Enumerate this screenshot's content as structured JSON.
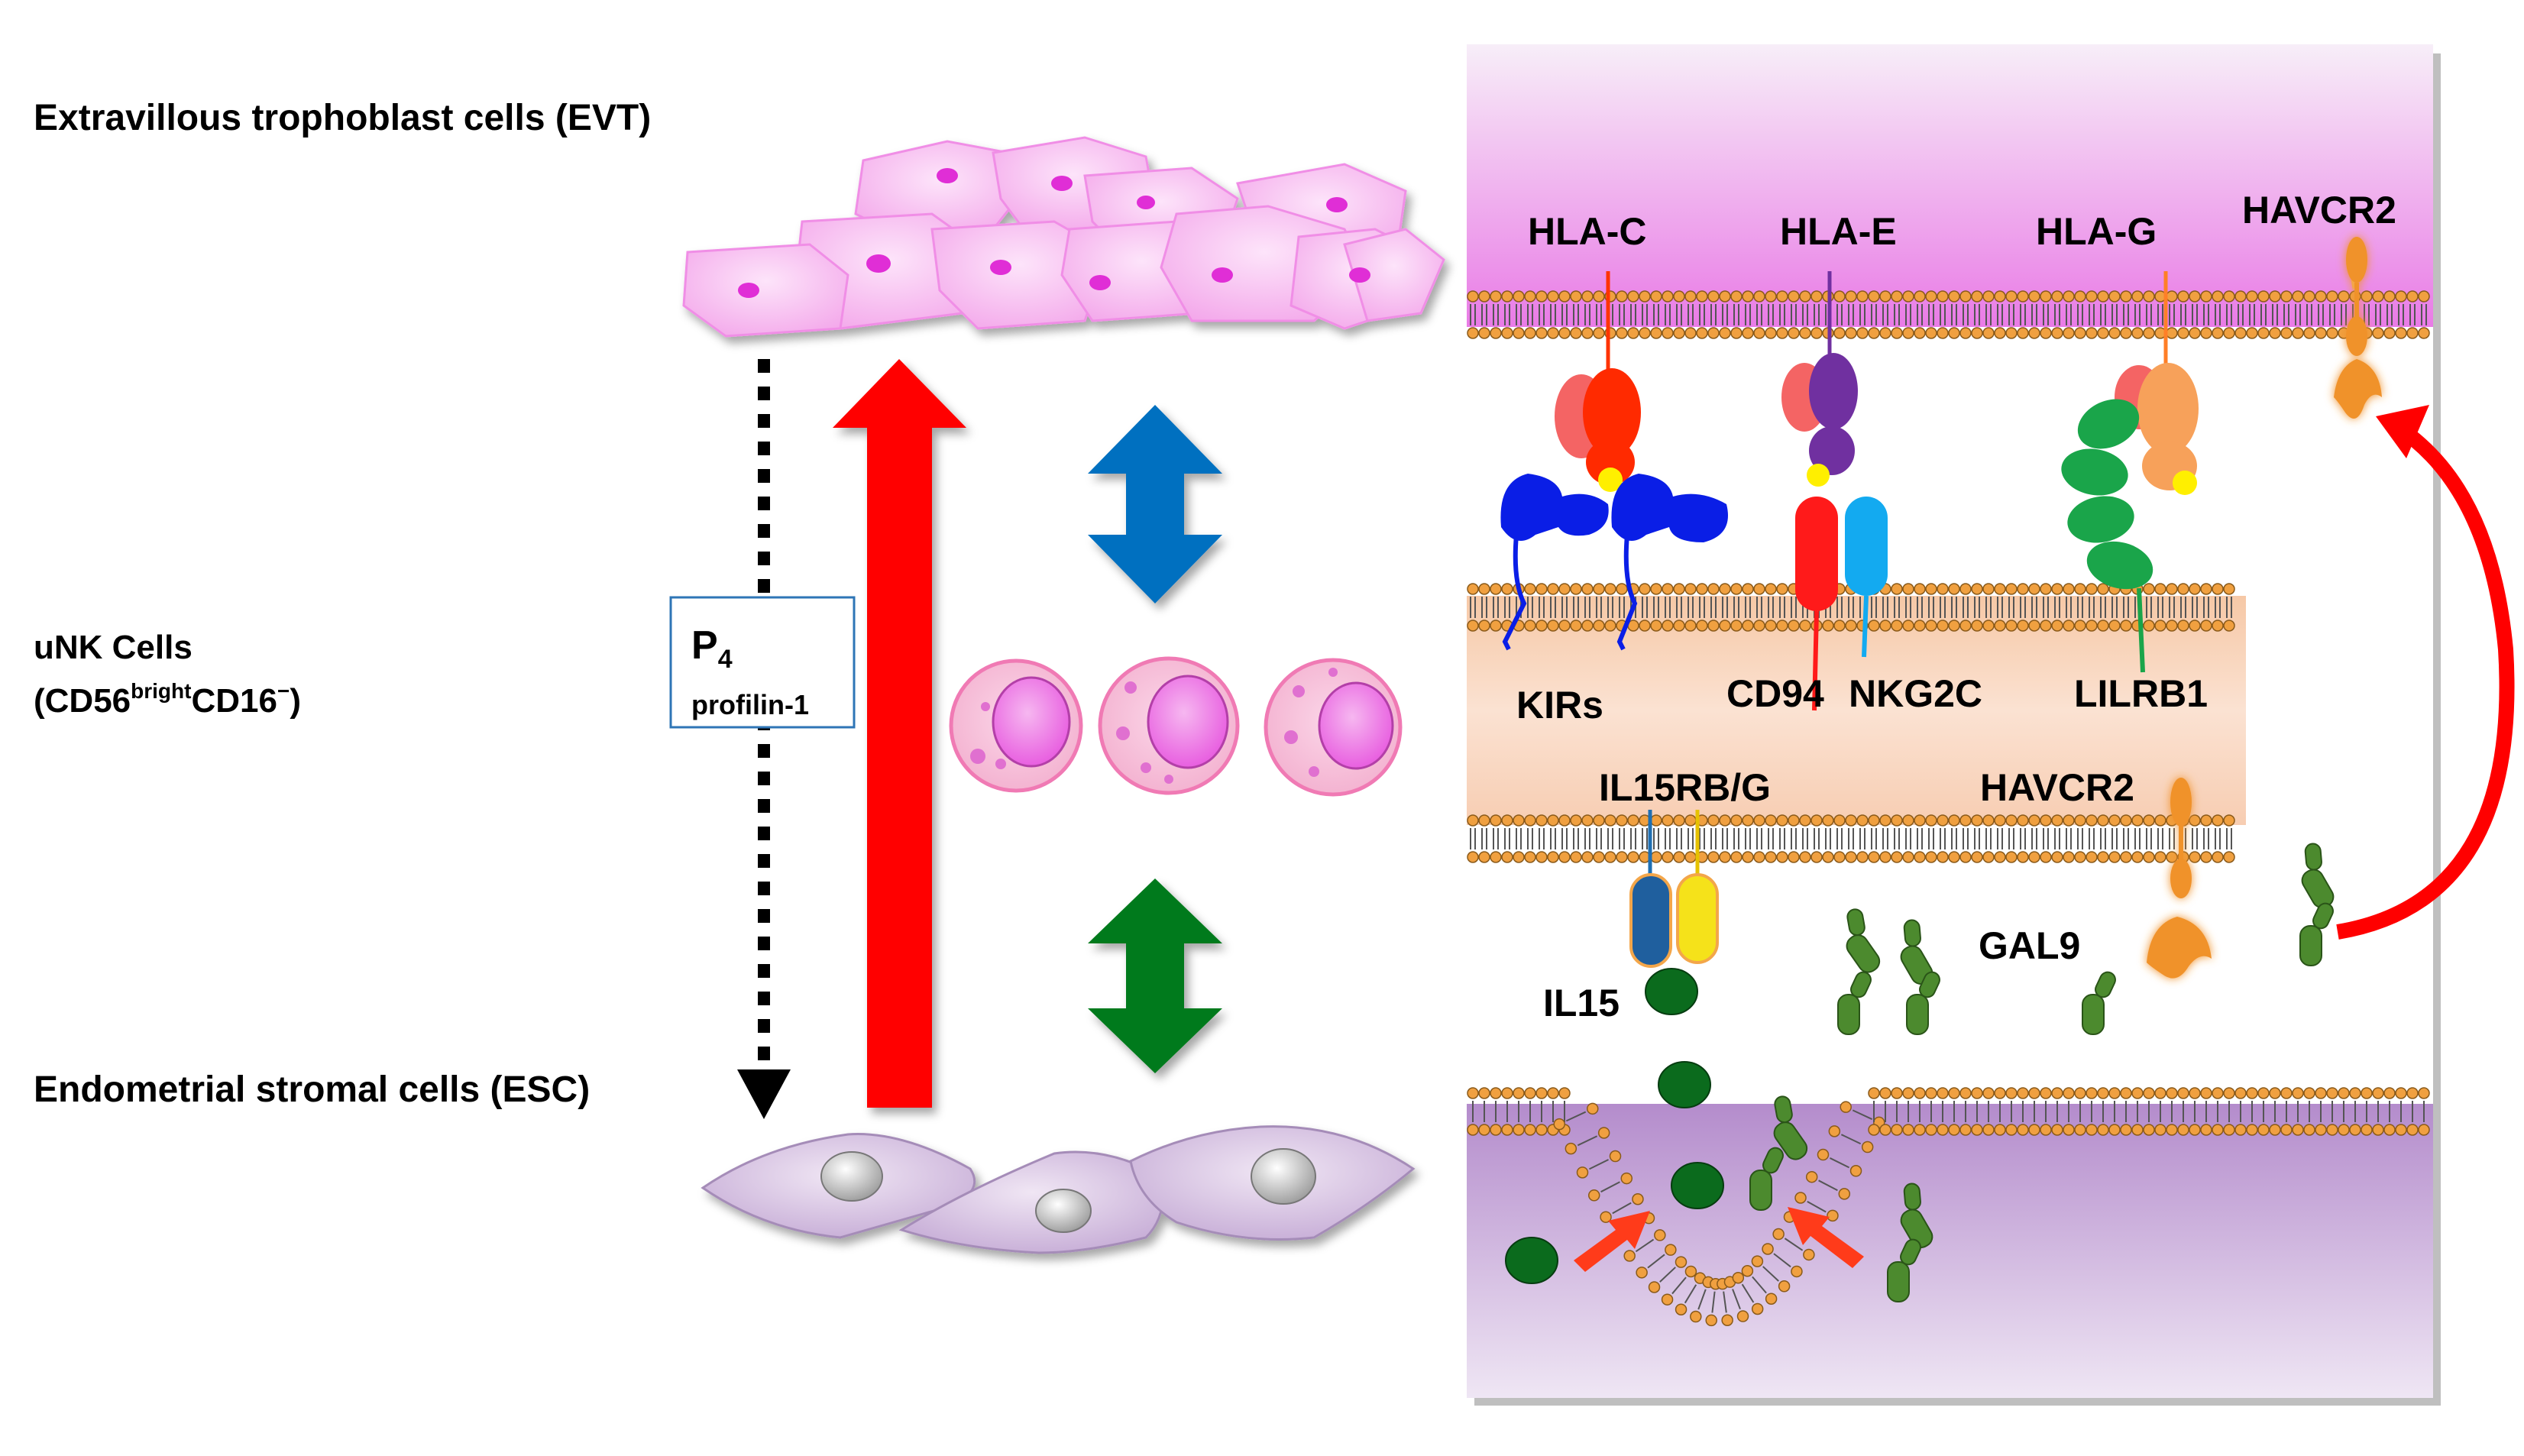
{
  "labels": {
    "evt": "Extravillous trophoblast cells (EVT)",
    "unk_line1": "uNK Cells",
    "unk_line2_a": "(CD56",
    "unk_line2_sup": "bright",
    "unk_line2_b": "CD16",
    "unk_line2_sup2": "−",
    "unk_line2_c": ")",
    "esc": "Endometrial stromal cells (ESC)"
  },
  "box": {
    "p": "P",
    "p_sub": "4",
    "profilin": "profilin-1"
  },
  "receptors_top": {
    "hla_c": "HLA-C",
    "hla_e": "HLA-E",
    "hla_g": "HLA-G",
    "havcr2": "HAVCR2"
  },
  "receptors_mid": {
    "kirs": "KIRs",
    "cd94": "CD94",
    "nkg2c": "NKG2C",
    "lilrb1": "LILRB1"
  },
  "receptors_low": {
    "il15rb": "IL15RB/G",
    "havcr2": "HAVCR2",
    "gal9": "GAL9",
    "il15": "IL15"
  },
  "colors": {
    "red_arrow": "#ff0000",
    "blue_arrow": "#0070c0",
    "green_arrow": "#007a1e",
    "evt_cell": "#f6b3ee",
    "esc_cell": "#cbb2d8",
    "unk_cell": "#f4b0de",
    "membrane_head": "#f0a040",
    "il15": "#0b6b1d",
    "gal9": "#4c8a2e"
  }
}
